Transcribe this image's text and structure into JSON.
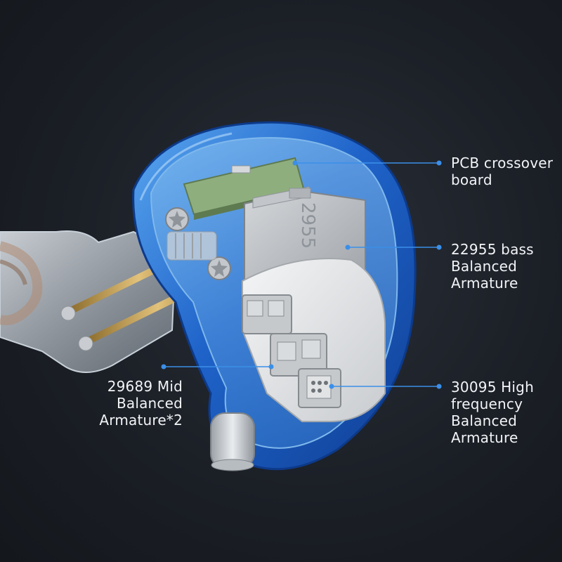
{
  "callouts": {
    "pcb": {
      "lines": [
        "PCB crossover",
        "board"
      ]
    },
    "bass": {
      "lines": [
        "22955 bass",
        "Balanced",
        "Armature"
      ]
    },
    "mid": {
      "lines": [
        "29689 Mid",
        "Balanced",
        "Armature*2"
      ]
    },
    "high": {
      "lines": [
        "30095 High",
        "frequency",
        "Balanced",
        "Armature"
      ]
    }
  },
  "driver_marking": "2955",
  "colors": {
    "background": "#1b1f26",
    "shell_blue": "#1f63c9",
    "pointer": "#3b8fe8",
    "label_text": "#f2f4f7",
    "pcb_green": "#8fae7e",
    "driver_gray": "#b9bcc0"
  }
}
